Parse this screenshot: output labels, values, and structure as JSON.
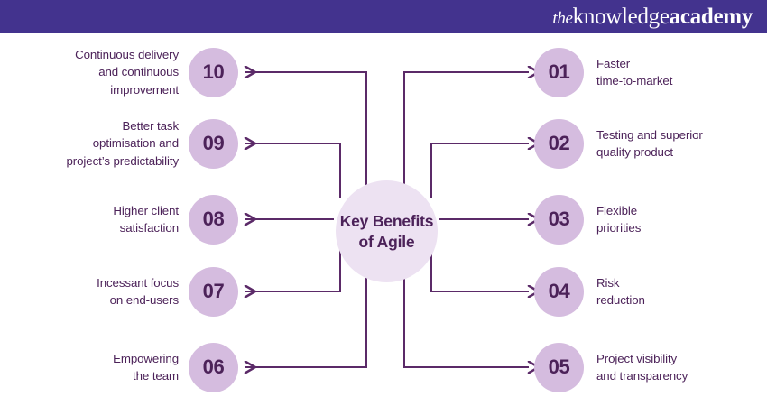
{
  "header": {
    "background_color": "#43338E",
    "logo": {
      "the": "the",
      "knowledge": "knowledge",
      "academy": "academy",
      "full_text": "theknowledgeacademy"
    }
  },
  "colors": {
    "header_purple": "#43338E",
    "badge_fill": "#D5BCDF",
    "hub_fill": "#EDE2F2",
    "text_purple": "#4C2259",
    "connector_line": "#5B2A68",
    "background": "#FFFFFF"
  },
  "diagram": {
    "type": "radial-numbered-list",
    "center": {
      "title": "Key\nBenefits of\nAgile"
    },
    "left_items": [
      {
        "number": "10",
        "label": "Continuous delivery\nand continuous\nimprovement"
      },
      {
        "number": "09",
        "label": "Better task\noptimisation and\nproject’s predictability"
      },
      {
        "number": "08",
        "label": "Higher client\nsatisfaction"
      },
      {
        "number": "07",
        "label": "Incessant focus\non end-users"
      },
      {
        "number": "06",
        "label": "Empowering\nthe team"
      }
    ],
    "right_items": [
      {
        "number": "01",
        "label": "Faster\ntime-to-market"
      },
      {
        "number": "02",
        "label": "Testing and superior\nquality product"
      },
      {
        "number": "03",
        "label": "Flexible\npriorities"
      },
      {
        "number": "04",
        "label": "Risk\nreduction"
      },
      {
        "number": "05",
        "label": "Project visibility\nand transparency"
      }
    ]
  }
}
